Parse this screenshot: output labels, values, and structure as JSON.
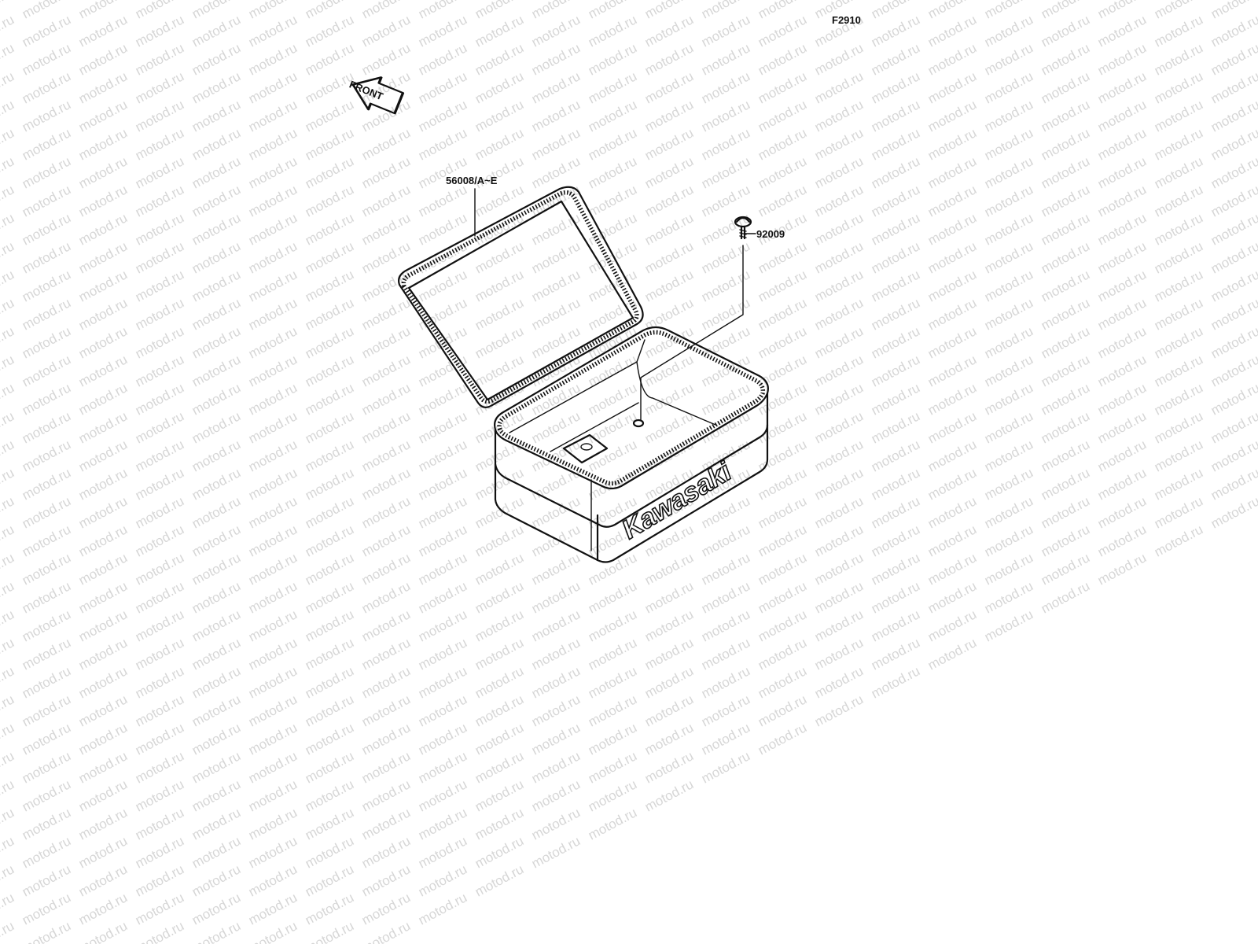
{
  "figure_code": "F2910",
  "watermark_text": "motod.ru",
  "front_arrow": {
    "label": "FRONT",
    "icon": "front-direction-arrow-icon"
  },
  "callouts": [
    {
      "id": "bag",
      "part_number": "56008/A~E"
    },
    {
      "id": "screw",
      "part_number": "92009"
    }
  ],
  "brand_logo_text": "Kawasaki",
  "colors": {
    "ink": "#111111",
    "watermark": "#d6d6d6",
    "background": "#ffffff"
  }
}
